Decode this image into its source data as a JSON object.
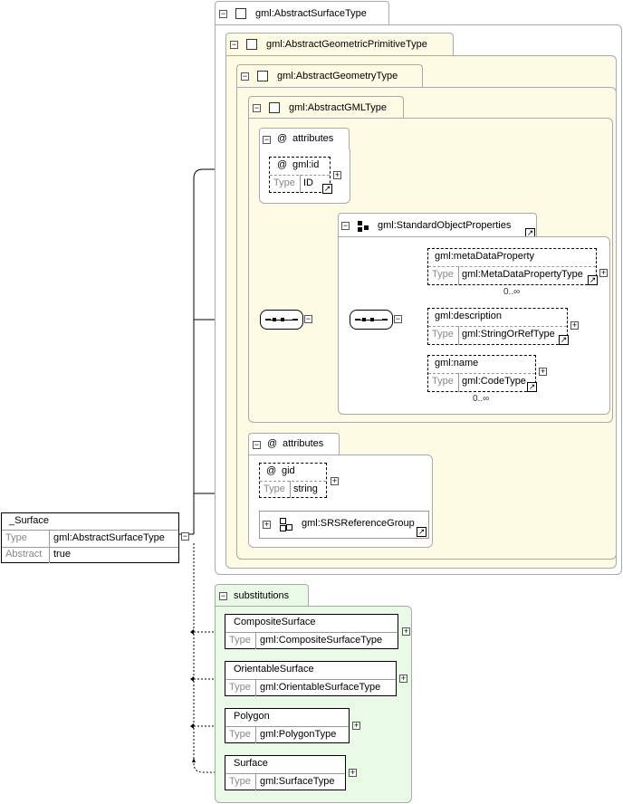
{
  "root": {
    "name": "_Surface",
    "type_label": "Type",
    "type_value": "gml:AbstractSurfaceType",
    "abstract_label": "Abstract",
    "abstract_value": "true"
  },
  "types": {
    "abstract_surface": "gml:AbstractSurfaceType",
    "abstract_geometric_primitive": "gml:AbstractGeometricPrimitiveType",
    "abstract_geometry": "gml:AbstractGeometryType",
    "abstract_gml": "gml:AbstractGMLType"
  },
  "gml_attributes": {
    "title": "attributes",
    "at": "@",
    "attr_name": "gml:id",
    "type_label": "Type",
    "type_value": "ID"
  },
  "standard_object_properties": {
    "title": "gml:StandardObjectProperties",
    "elements": [
      {
        "name": "gml:metaDataProperty",
        "type_label": "Type",
        "type_value": "gml:MetaDataPropertyType",
        "multiplicity": "0..∞"
      },
      {
        "name": "gml:description",
        "type_label": "Type",
        "type_value": "gml:StringOrRefType",
        "multiplicity": ""
      },
      {
        "name": "gml:name",
        "type_label": "Type",
        "type_value": "gml:CodeType",
        "multiplicity": "0..∞"
      }
    ]
  },
  "geometry_attributes": {
    "title": "attributes",
    "at": "@",
    "attr_name": "gid",
    "type_label": "Type",
    "type_value": "string",
    "group": "gml:SRSReferenceGroup"
  },
  "substitutions": {
    "title": "substitutions",
    "items": [
      {
        "name": "CompositeSurface",
        "type_label": "Type",
        "type_value": "gml:CompositeSurfaceType"
      },
      {
        "name": "OrientableSurface",
        "type_label": "Type",
        "type_value": "gml:OrientableSurfaceType"
      },
      {
        "name": "Polygon",
        "type_label": "Type",
        "type_value": "gml:PolygonType"
      },
      {
        "name": "Surface",
        "type_label": "Type",
        "type_value": "gml:SurfaceType"
      }
    ]
  },
  "glyphs": {
    "collapse": "−",
    "expand": "+",
    "link": "↗"
  }
}
